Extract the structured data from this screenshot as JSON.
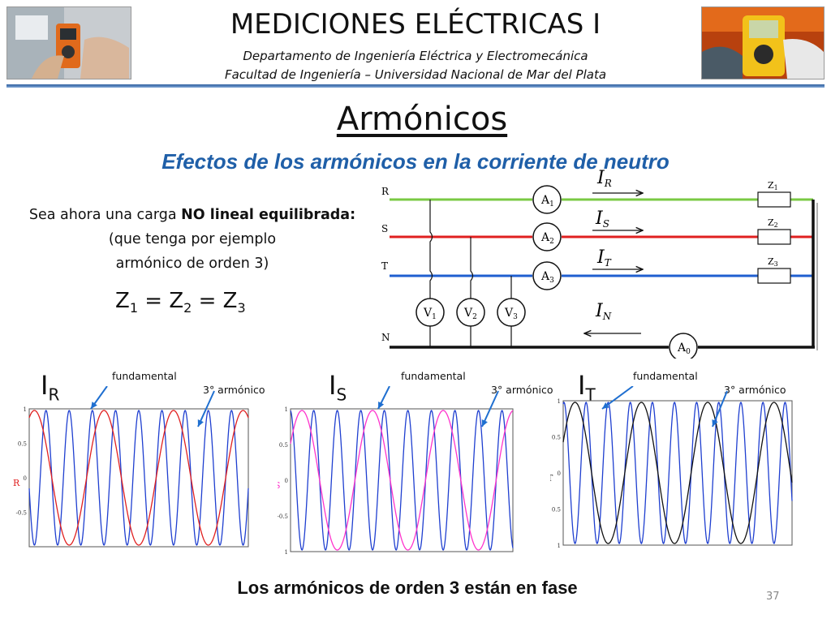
{
  "header": {
    "title": "MEDICIONES ELÉCTRICAS I",
    "department": "Departamento de Ingeniería Eléctrica y Electromecánica",
    "faculty": "Facultad de Ingeniería – Universidad Nacional de Mar del Plata"
  },
  "slide": {
    "title": "Armónicos",
    "subtitle": "Efectos de los armónicos en la corriente de neutro",
    "intro_line1_prefix": "Sea ahora una carga ",
    "intro_line1_bold": "NO lineal equilibrada:",
    "intro_line2": "(que tenga por ejemplo",
    "intro_line3": "armónico de orden 3)",
    "equation": {
      "z": "Z",
      "i1": "1",
      "i2": "2",
      "i3": "3",
      "eq": " = "
    },
    "conclusion": "Los armónicos de orden 3 están en fase",
    "page_number": "37"
  },
  "circuit": {
    "phases": [
      "R",
      "S",
      "T",
      "N"
    ],
    "ammeters": [
      "A",
      "A",
      "A",
      "A"
    ],
    "ammeter_subs": [
      "1",
      "2",
      "3",
      "0"
    ],
    "voltmeters": [
      "V",
      "V",
      "V"
    ],
    "voltmeter_subs": [
      "1",
      "2",
      "3"
    ],
    "impedances": [
      "Z",
      "Z",
      "Z"
    ],
    "impedance_subs": [
      "1",
      "2",
      "3"
    ],
    "currents": [
      "I",
      "I",
      "I",
      "I"
    ],
    "current_subs": [
      "R",
      "S",
      "T",
      "N"
    ],
    "colors": {
      "R": "#7ac943",
      "S": "#e02020",
      "T": "#1f5fd0",
      "N": "#111111"
    }
  },
  "plots": [
    {
      "label": "I",
      "sub": "R",
      "fundamental_label": "fundamental",
      "harmonic_label": "3° armónico",
      "axis_label": "R",
      "fundamental_color": "#e02020",
      "harmonic_color": "#1f3fd0",
      "yticks": [
        "1",
        "0.5",
        "0",
        "-0.5",
        ""
      ]
    },
    {
      "label": "I",
      "sub": "S",
      "fundamental_label": "fundamental",
      "harmonic_label": "3° armónico",
      "axis_label": "S",
      "fundamental_color": "#ff33cc",
      "harmonic_color": "#1f3fd0",
      "yticks": [
        "1",
        "0.5",
        "0",
        "-0.5",
        "1"
      ]
    },
    {
      "label": "I",
      "sub": "T",
      "fundamental_label": "fundamental",
      "harmonic_label": "3° armónico",
      "axis_label": "T",
      "fundamental_color": "#111111",
      "harmonic_color": "#1f3fd0",
      "yticks": [
        "1",
        "0.5",
        "0",
        "0.5",
        "1"
      ]
    }
  ]
}
